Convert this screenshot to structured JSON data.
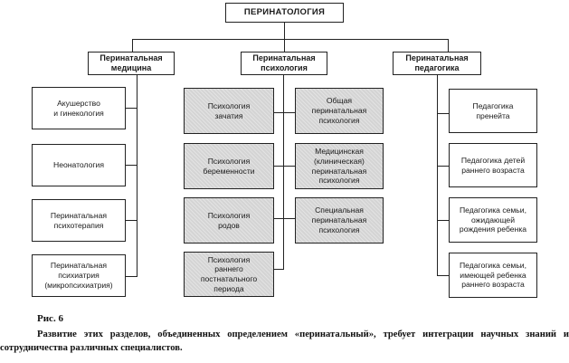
{
  "root": {
    "label": "ПЕРИНАТОЛОГИЯ"
  },
  "columns": {
    "medicine": {
      "header": "Перинатальная\nмедицина",
      "items": [
        "Акушерство\nи гинекология",
        "Неонатология",
        "Перинатальная\nпсихотерапия",
        "Перинатальная\nпсихиатрия\n(микропсихиатрия)"
      ]
    },
    "psychology": {
      "header": "Перинатальная\nпсихология",
      "left_items": [
        "Психология\nзачатия",
        "Психология\nбеременности",
        "Психология\nродов",
        "Психология\nраннего\nпостнатального\nпериода"
      ],
      "right_items": [
        "Общая\nперинатальная\nпсихология",
        "Медицинская\n(клиническая)\nперинатальная\nпсихология",
        "Специальная\nперинатальная\nпсихология"
      ]
    },
    "pedagogy": {
      "header": "Перинатальная\nпедагогика",
      "items": [
        "Педагогика\nпренейта",
        "Педагогика детей\nраннего возраста",
        "Педагогика семьи,\nожидающей\nрождения ребенка",
        "Педагогика семьи,\nимеющей ребенка\nраннего возраста"
      ]
    }
  },
  "caption": {
    "figure_label": "Рис. 6",
    "text": "Развитие этих разделов, объединенных определением «перинатальный», требует интеграции научных знаний и сотрудничества различных специалистов."
  }
}
